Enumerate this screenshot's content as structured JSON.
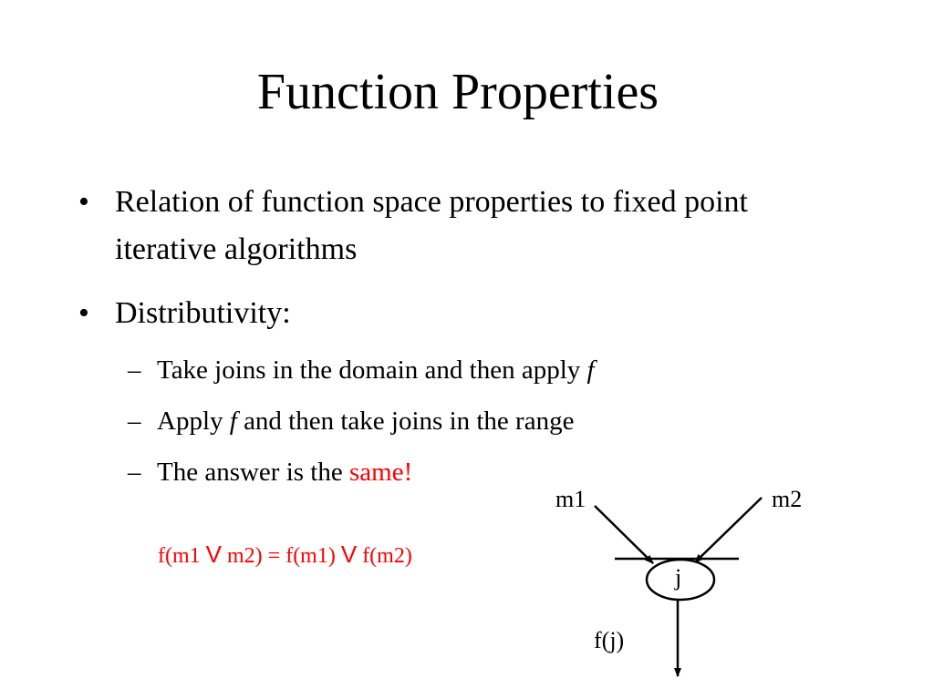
{
  "slide": {
    "title": "Function Properties",
    "bullets": [
      {
        "marker": "•",
        "text": "Relation of function space properties to fixed point iterative algorithms"
      },
      {
        "marker": "•",
        "text": "Distributivity:"
      }
    ],
    "subbullets": [
      {
        "marker": "–",
        "before": "Take joins in the domain and then apply ",
        "italic": "f",
        "after": ""
      },
      {
        "marker": "–",
        "before": "Apply ",
        "italic": "f",
        "after": " and then take joins in the range"
      },
      {
        "marker": "–",
        "before": "The answer is the ",
        "highlight": "same!"
      }
    ],
    "equation": {
      "part1": "f(m1 ",
      "or1": "V",
      "part2": " m2) = f(m1) ",
      "or2": "V",
      "part3": " f(m2)"
    },
    "diagram": {
      "label_m1": "m1",
      "label_m2": "m2",
      "node": "j",
      "output": "f(j)"
    }
  },
  "colors": {
    "text": "#000000",
    "highlight": "#ff0000",
    "background": "#ffffff"
  }
}
